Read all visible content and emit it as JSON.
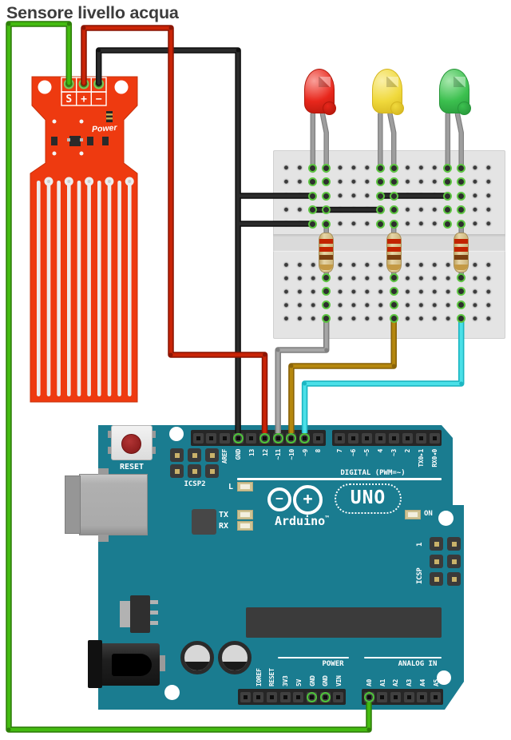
{
  "title": "Sensore livello acqua",
  "sensor": {
    "board_color": "#ee3a10",
    "pins": [
      "S",
      "+",
      "−"
    ],
    "power_label": "Power"
  },
  "breadboard": {
    "color": "#e4e4e4"
  },
  "leds": [
    {
      "name": "red-led",
      "base": "#e8271c",
      "light": "#f9a09a",
      "dark": "#b2170b"
    },
    {
      "name": "yellow-led",
      "base": "#f0d93c",
      "light": "#faf0a8",
      "dark": "#d4b51e"
    },
    {
      "name": "green-led",
      "base": "#3cc04f",
      "light": "#a8e8ad",
      "dark": "#27963a"
    }
  ],
  "resistor_bands": [
    "#c22400",
    "#c22400",
    "#7a3f10",
    "#c49a45"
  ],
  "wire_colors": {
    "green": "#44bb11",
    "green_dark": "#2e7f09",
    "red": "#c92407",
    "red_dark": "#8c1503",
    "black": "#2b2b2b",
    "black_dark": "#121212",
    "gray": "#a6a6a6",
    "gray_dark": "#808080",
    "gold": "#b5870e",
    "gold_dark": "#8a6409",
    "cyan": "#4be0e8",
    "cyan_dark": "#1cb6c2",
    "leg": "#9e9e9e",
    "leg_dark": "#7e7e7e"
  },
  "arduino": {
    "board_color": "#1a7c90",
    "reset_label": "RESET",
    "icsp2_label": "ICSP2",
    "icsp_label": "ICSP",
    "icsp_pin1_label": "1",
    "led_l": "L",
    "led_tx": "TX",
    "led_rx": "RX",
    "logo_text": "Arduino",
    "logo_tm": "™",
    "minus_glyph": "−",
    "plus_glyph": "+",
    "uno_label": "UNO",
    "on_label": "ON",
    "digital_caption": "DIGITAL (PWM=~)",
    "power_caption": "POWER",
    "analog_caption": "ANALOG IN",
    "pin_groups": {
      "digital_left": {
        "labels": [
          "",
          "",
          "AREF",
          "GND",
          "13",
          "12",
          "~11",
          "~10",
          "~9",
          "8"
        ]
      },
      "digital_right": {
        "labels": [
          "7",
          "~6",
          "~5",
          "4",
          "~3",
          "2",
          "TX0▸1",
          "RX0◂0"
        ]
      },
      "power": {
        "labels": [
          "",
          "IOREF",
          "RESET",
          "3V3",
          "5V",
          "GND",
          "GND",
          "VIN"
        ]
      },
      "analog": {
        "labels": [
          "A0",
          "A1",
          "A2",
          "A3",
          "A4",
          "A5"
        ]
      }
    }
  }
}
